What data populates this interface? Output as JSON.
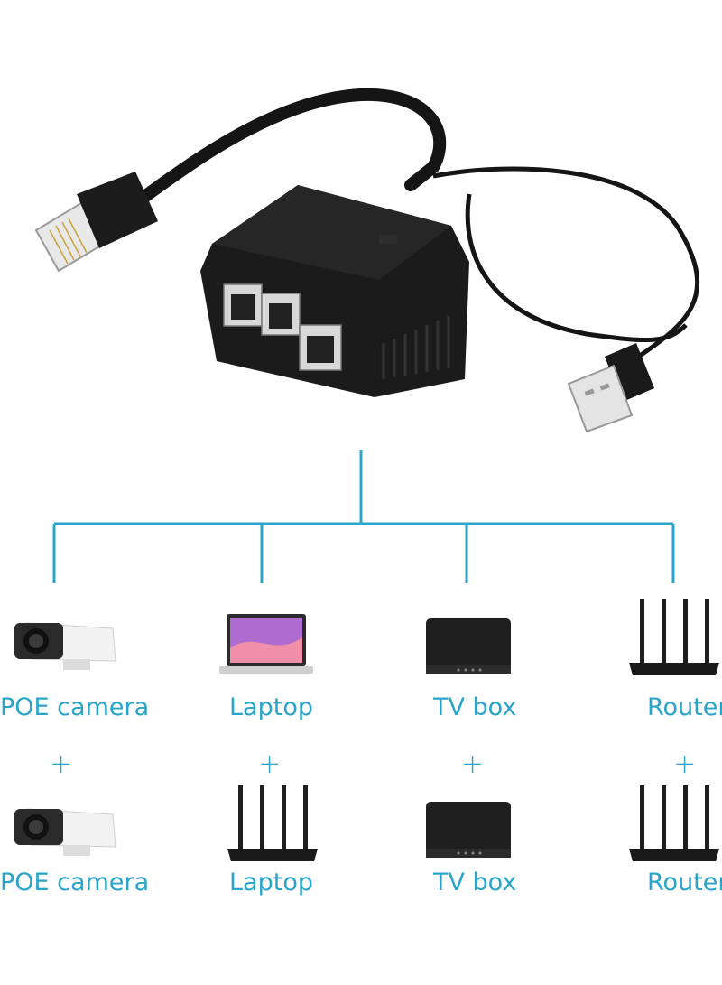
{
  "colors": {
    "accent": "#2aa4c8",
    "product": "#1b1b1b",
    "background": "#ffffff"
  },
  "product": {
    "name_icon": "ethernet-splitter-with-usb-power"
  },
  "row1": [
    {
      "label": "POE camera",
      "icon": "poe-camera-icon"
    },
    {
      "label": "Laptop",
      "icon": "laptop-icon"
    },
    {
      "label": "TV box",
      "icon": "tv-box-icon"
    },
    {
      "label": "Router",
      "icon": "router-icon"
    }
  ],
  "plus_symbol": "+",
  "row2": [
    {
      "label": "POE camera",
      "icon": "poe-camera-icon"
    },
    {
      "label": "Laptop",
      "icon": "router-icon"
    },
    {
      "label": "TV box",
      "icon": "tv-box-icon"
    },
    {
      "label": "Router",
      "icon": "router-icon"
    }
  ]
}
